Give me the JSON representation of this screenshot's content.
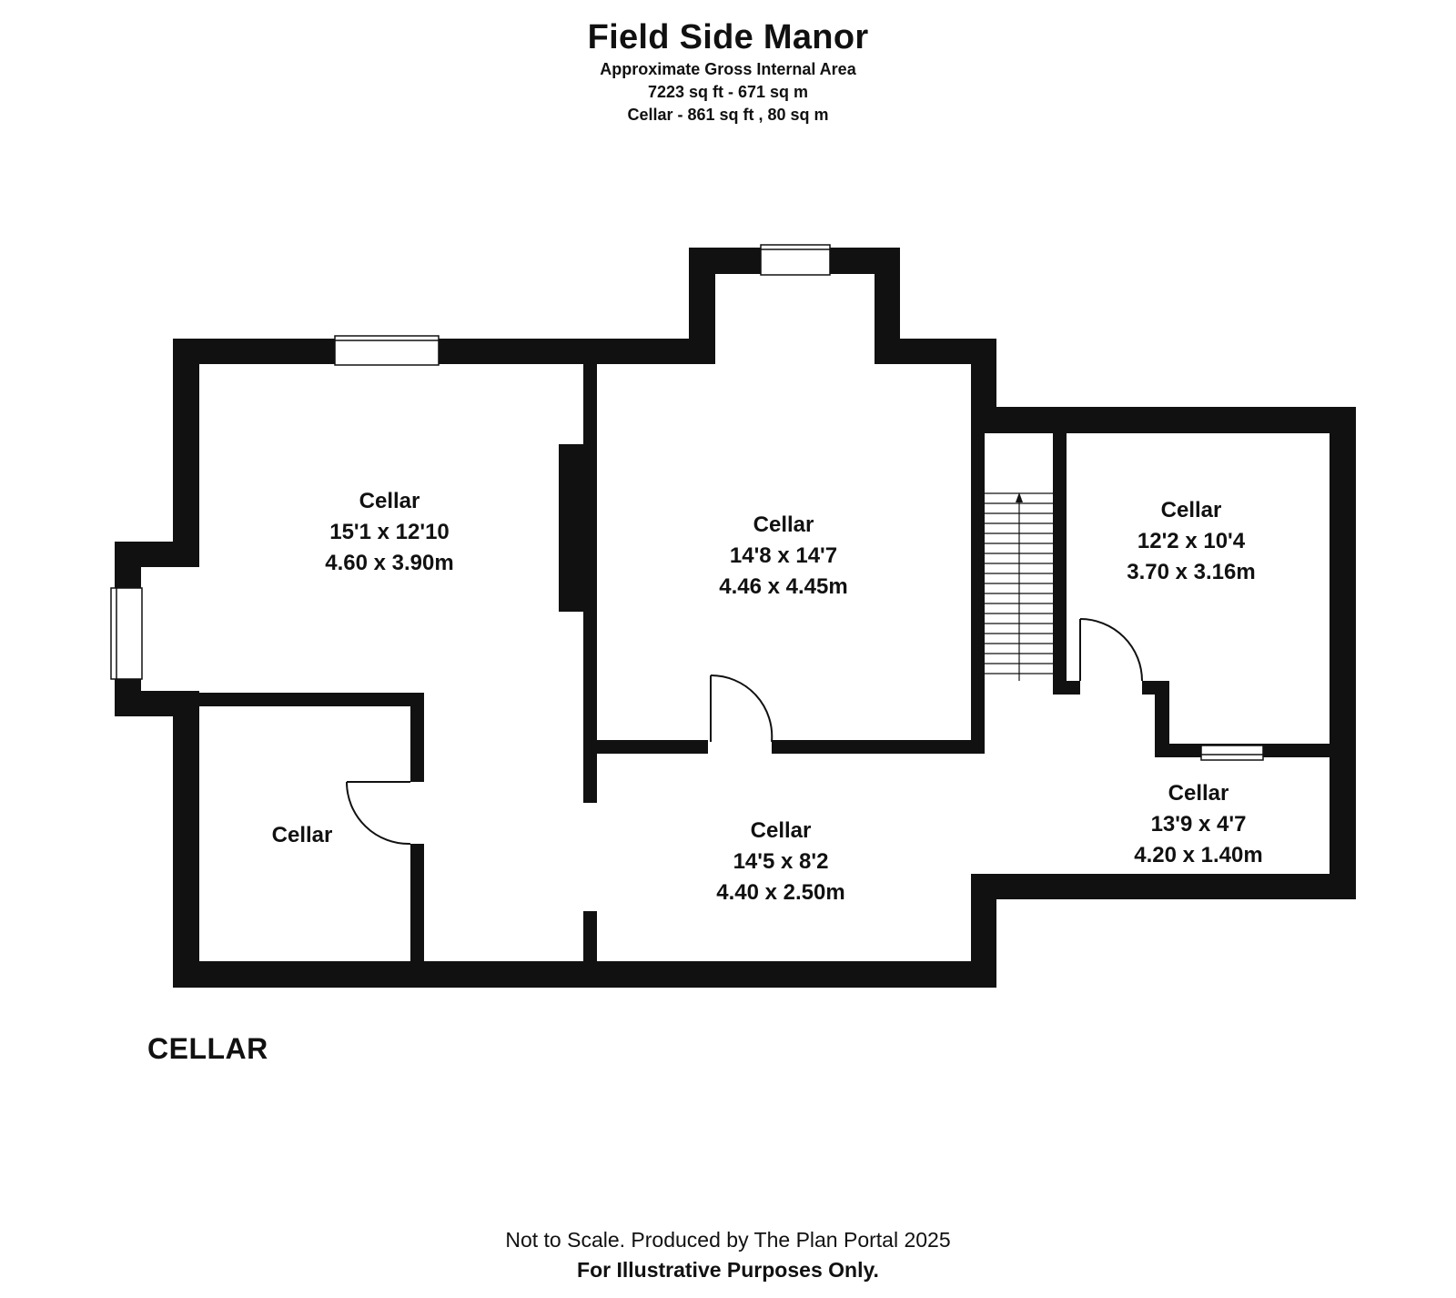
{
  "header": {
    "title": "Field Side Manor",
    "line1": "Approximate Gross Internal Area",
    "line2": "7223 sq ft - 671 sq m",
    "line3": "Cellar - 861 sq ft , 80 sq m"
  },
  "rooms": {
    "r1": {
      "name": "Cellar",
      "imperial": "15'1 x 12'10",
      "metric": "4.60 x 3.90m"
    },
    "r2": {
      "name": "Cellar",
      "imperial": "14'8 x 14'7",
      "metric": "4.46 x 4.45m"
    },
    "r3": {
      "name": "Cellar",
      "imperial": "12'2 x 10'4",
      "metric": "3.70 x 3.16m"
    },
    "r4": {
      "name": "Cellar"
    },
    "r5": {
      "name": "Cellar",
      "imperial": "14'5 x 8'2",
      "metric": "4.40 x 2.50m"
    },
    "r6": {
      "name": "Cellar",
      "imperial": "13'9 x 4'7",
      "metric": "4.20 x 1.40m"
    }
  },
  "floor_label": "CELLAR",
  "footer": {
    "line1": "Not to Scale. Produced by The Plan Portal 2025",
    "line2": "For Illustrative Purposes Only."
  },
  "colors": {
    "wall": "#111111",
    "background": "#ffffff"
  }
}
